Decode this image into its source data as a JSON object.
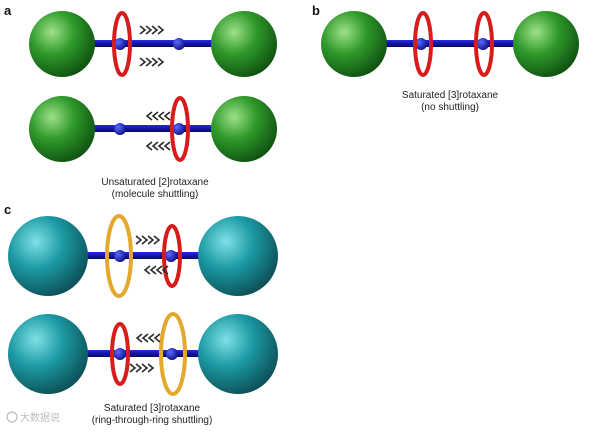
{
  "panels": {
    "a": {
      "letter": "a",
      "caption_line1": "Unsaturated [2]rotaxane",
      "caption_line2": "(molecule shuttling)"
    },
    "b": {
      "letter": "b",
      "caption_line1": "Saturated [3]rotaxane",
      "caption_line2": "(no shuttling)"
    },
    "c": {
      "letter": "c",
      "caption_line1": "Saturated [3]rotaxane",
      "caption_line2": "(ring-through-ring shuttling)"
    }
  },
  "watermark": "大数据说"
}
